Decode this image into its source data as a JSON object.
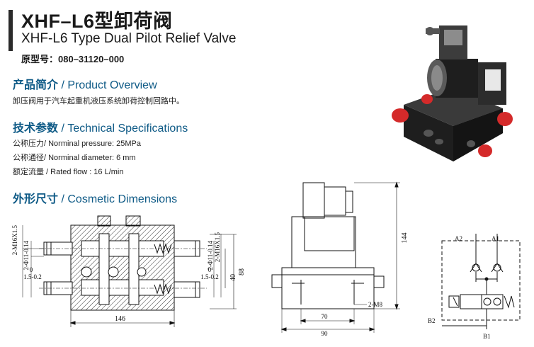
{
  "header": {
    "title_cn": "XHF–L6型卸荷阀",
    "title_en": "XHF-L6 Type Dual Pilot Relief Valve",
    "model": "原型号：080–31120–000"
  },
  "overview": {
    "heading_cn": "产品简介",
    "heading_en": "Product Overview",
    "text": "卸压阀用于汽车起重机液压系统卸荷控制回路中。"
  },
  "specs": {
    "heading_cn": "技术参数",
    "heading_en": "Technical Specifications",
    "items": [
      "公称压力/ Norminal pressure:  25MPa",
      "公称通径/ Norminal diameter:  6 mm",
      "额定流量 / Rated flow : 16 L/min"
    ]
  },
  "dimensions": {
    "heading_cn": "外形尺寸",
    "heading_en": "Cosmetic Dimensions",
    "front": {
      "left_thread": "2-M16X1.5",
      "left_phi": "2-Φ11-0.14",
      "left_zero": "0",
      "left_tol": "1.5-0.2",
      "right_phi": "2-Φ11-0.14",
      "right_thread": "2-M16X1.5",
      "right_zero": "0",
      "right_tol": "1.5-0.2",
      "height_inner": "40",
      "height_outer": "88",
      "width": "146"
    },
    "side": {
      "height": "144",
      "hole": "2-M8",
      "base_inner": "70",
      "base_outer": "90"
    },
    "schematic": {
      "port_a2": "A2",
      "port_a1": "A1",
      "port_b2": "B2",
      "port_b1": "B1"
    }
  },
  "colors": {
    "heading": "#0e5a86",
    "valve_red": "#d42a2a",
    "body_dark": "#1e1e1e"
  }
}
